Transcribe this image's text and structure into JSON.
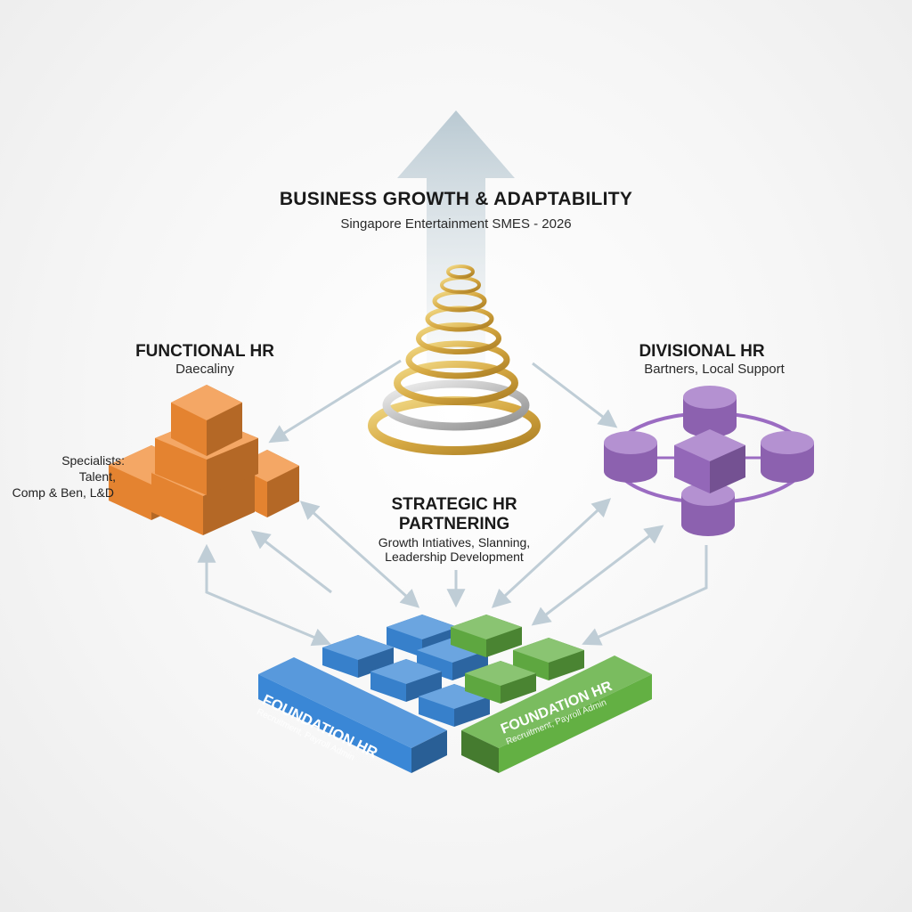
{
  "header": {
    "title": "BUSINESS GROWTH & ADAPTABILITY",
    "subtitle": "Singapore Entertainment SMES - 2026"
  },
  "functional": {
    "title": "FUNCTIONAL HR",
    "subtitle": "Daecaliny",
    "specialists_label": "Specialists:",
    "specialists_line1": "Talent,",
    "specialists_line2": "Comp & Ben, L&D"
  },
  "divisional": {
    "title": "DIVISIONAL HR",
    "subtitle": "Bartners, Local Support"
  },
  "strategic": {
    "title_line1": "STRATEGIC HR",
    "title_line2": "PARTNERING",
    "desc_line1": "Growth Intiatives, Slanning,",
    "desc_line2": "Leadership Development"
  },
  "foundation_blue": {
    "title": "FOUNDATION HR",
    "subtitle": "Recruitment, Payroll Admin"
  },
  "foundation_green": {
    "title": "FOUNDATION HR",
    "subtitle": "Recruitment, Payroll Admin"
  },
  "colors": {
    "orange": "#f08a32",
    "purple": "#9b6cc2",
    "blue": "#3a87d6",
    "green": "#63b043",
    "gold": "#d9b24f",
    "arrow": "#bfcdd6"
  }
}
